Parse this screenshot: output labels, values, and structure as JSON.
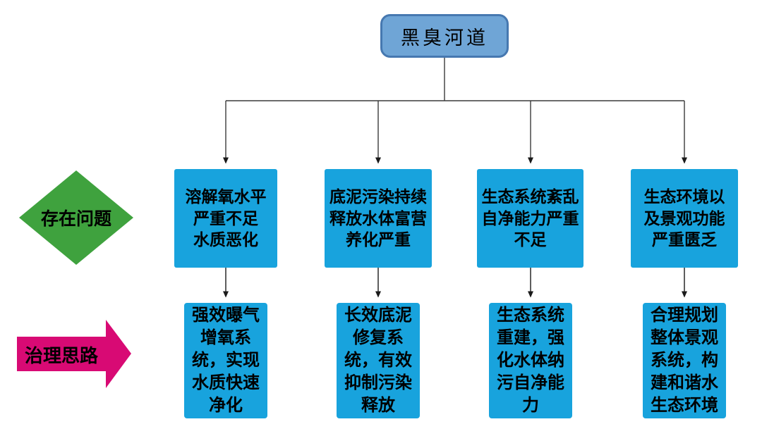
{
  "colors": {
    "node_blue": "#18A3DD",
    "root_fill": "#6FA5D6",
    "root_border": "#4678B0",
    "diamond_green": "#3FA23E",
    "arrow_pink": "#D80A74",
    "connector": "#3a3a3a",
    "text": "#000000"
  },
  "diagram": {
    "root": {
      "label": "黑臭河道"
    },
    "problems_label": "存在问题",
    "solutions_label": "治理思路",
    "columns": [
      {
        "problem": "溶解氧水平\n严重不足\n水质恶化",
        "solution": "强效曝气\n增氧系\n统，实现\n水质快速\n净化"
      },
      {
        "problem": "底泥污染持续\n释放水体富营\n养化严重",
        "solution": "长效底泥\n修复系\n统，有效\n抑制污染\n释放"
      },
      {
        "problem": "生态系统紊乱\n自净能力严重\n不足",
        "solution": "生态系统\n重建，强\n化水体纳\n污自净能\n力"
      },
      {
        "problem": "生态环境以\n及景观功能\n严重匮乏",
        "solution": "合理规划\n整体景观\n系统，构\n建和谐水\n生态环境"
      }
    ]
  }
}
